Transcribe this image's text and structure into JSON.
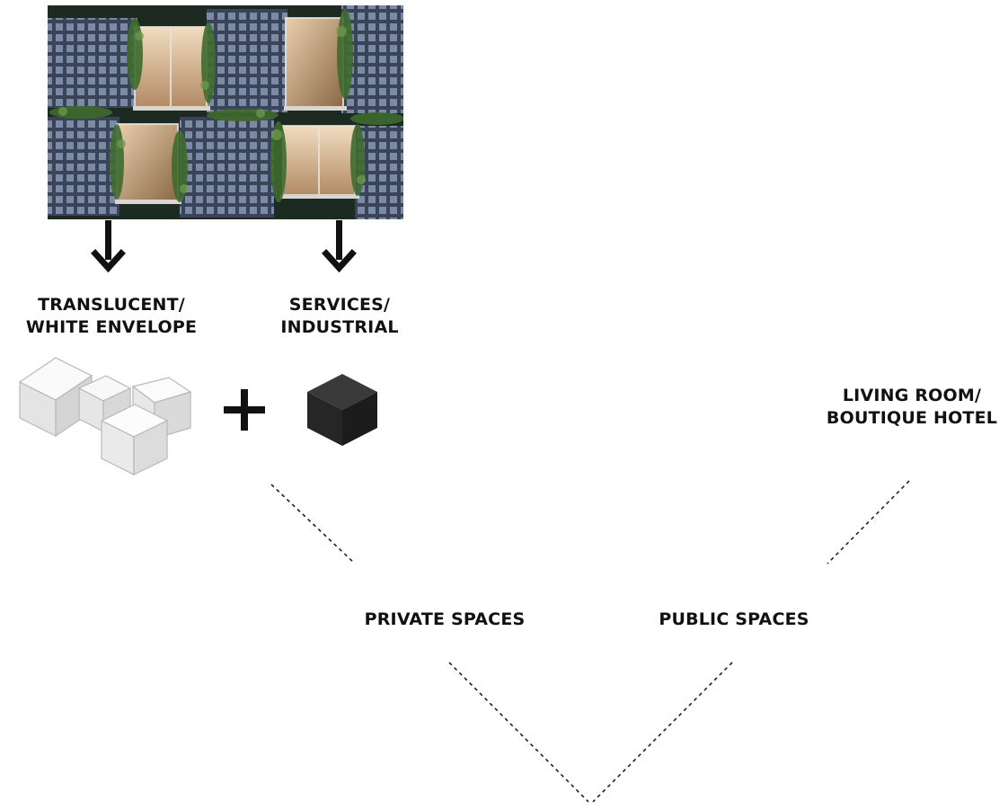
{
  "labels": {
    "translucent": {
      "line1": "TRANSLUCENT/",
      "line2": "WHITE ENVELOPE"
    },
    "services": {
      "line1": "SERVICES/",
      "line2": "INDUSTRIAL"
    },
    "living_room": {
      "line1": "LIVING ROOM/",
      "line2": "BOUTIQUE HOTEL"
    },
    "private_spaces": "PRIVATE SPACES",
    "public_spaces": "PUBLIC SPACES"
  },
  "plus_symbol": "+",
  "photo": {
    "subject": "building facade with glass-block grid, climbing greenery and lit balconies"
  },
  "colors": {
    "text": "#111111",
    "arrow": "#111111",
    "dark_cube": "#2b2b2b",
    "white_cube": "#f2f2f2",
    "dashed_line": "#222222"
  },
  "icons": {
    "arrow": "down-arrow-icon",
    "white_cubes": "white-cubes-icon",
    "dark_cube": "dark-cube-icon",
    "plus": "plus-icon"
  }
}
